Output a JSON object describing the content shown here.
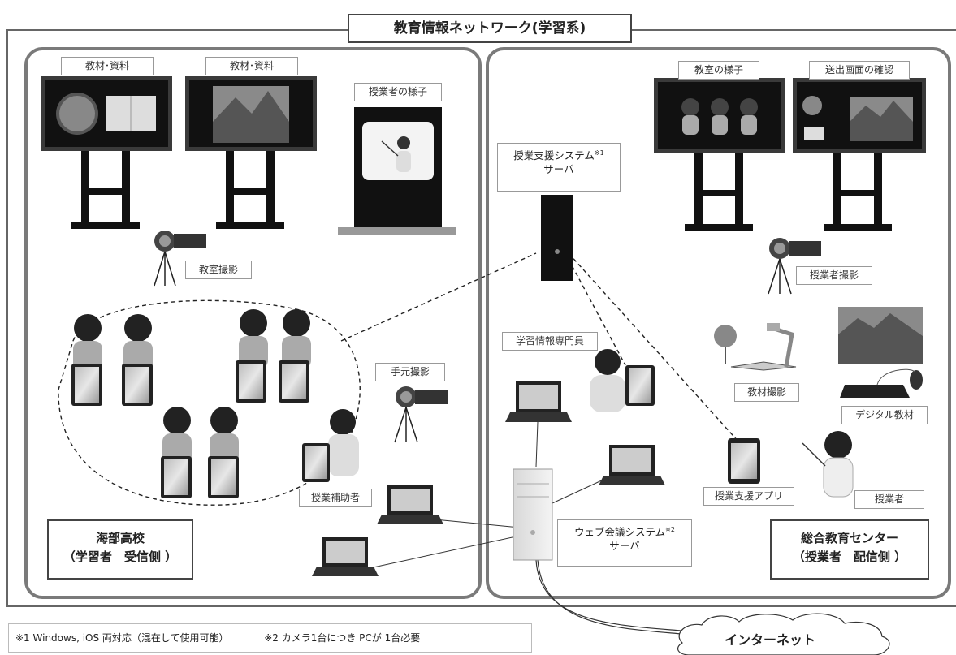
{
  "title": "教育情報ネットワーク(学習系)",
  "left_school": {
    "line1": "海部高校",
    "line2": "（学習者　受信側 ）"
  },
  "right_center": {
    "line1": "総合教育センター",
    "line2": "（授業者　配信側 ）"
  },
  "labels": {
    "material1": "教材･資料",
    "material2": "教材･資料",
    "teacher_view": "授業者の様子",
    "classroom_cam": "教室撮影",
    "hand_cam": "手元撮影",
    "assistant": "授業補助者",
    "classroom_view": "教室の様子",
    "output_check": "送出画面の確認",
    "teacher_cam": "授業者撮影",
    "specialist": "学習情報専門員",
    "material_cam": "教材撮影",
    "digital_material": "デジタル教材",
    "support_app": "授業支援アプリ",
    "teacher": "授業者"
  },
  "support_server": {
    "line1": "授業支援システム",
    "mark": "※1",
    "line2": "サーバ"
  },
  "web_server": {
    "line1": "ウェブ会議システム",
    "mark": "※2",
    "line2": "サーバ"
  },
  "internet": "インターネット",
  "notes": {
    "note1": "※1  Windows, iOS 両対応（混在して使用可能）",
    "note2": "※2  カメラ1台につき PCが 1台必要"
  },
  "colors": {
    "panel_border": "#7a7a7a",
    "screen": "#111111",
    "frame": "#666666"
  }
}
